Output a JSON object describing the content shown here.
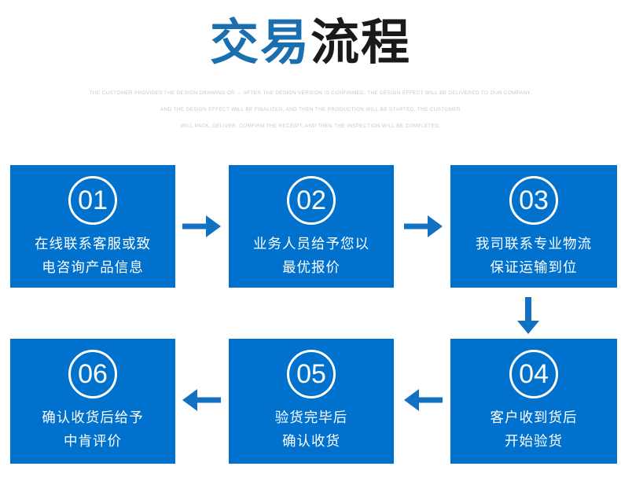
{
  "header": {
    "title_blue": "交易",
    "title_dark": "流程",
    "subtitle_lines": [
      "THE CUSTOMER PROVIDES THE DESIGN DRAWING OR → AFTER THE DESIGN VERSION IS CONFIRMED, THE DESIGN EFFECT WILL BE DELIVERED TO OUR COMPANY,",
      "AND THE DESIGN EFFECT WILL BE FINALIZED, AND THEN THE PRODUCTION WILL BE STARTED, THE CUSTOMER",
      "WILL PACK, DELIVER, CONFIRM THE RECEIPT, AND THEN THE INSPECTION WILL BE COMPLETED."
    ]
  },
  "colors": {
    "box_blue": "#0072ce",
    "title_blue": "#1a6faf",
    "title_dark": "#1a1a1a",
    "arrow_blue": "#1271c0",
    "subtitle_gray": "#c9c9c9",
    "page_background": "#ffffff"
  },
  "steps": [
    {
      "number": "01",
      "line1": "在线联系客服或致",
      "line2": "电咨询产品信息"
    },
    {
      "number": "02",
      "line1": "业务人员给予您以",
      "line2": "最优报价"
    },
    {
      "number": "03",
      "line1": "我司联系专业物流",
      "line2": "保证运输到位"
    },
    {
      "number": "04",
      "line1": "客户收到货后",
      "line2": "开始验货"
    },
    {
      "number": "05",
      "line1": "验货完毕后",
      "line2": "确认收货"
    },
    {
      "number": "06",
      "line1": "确认收货后给予",
      "line2": "中肯评价"
    }
  ],
  "arrows": [
    {
      "name": "arrow-right-step1-to-step2",
      "direction": "right"
    },
    {
      "name": "arrow-right-step2-to-step3",
      "direction": "right"
    },
    {
      "name": "arrow-down-step3-to-step4",
      "direction": "down"
    },
    {
      "name": "arrow-left-step4-to-step5",
      "direction": "left"
    },
    {
      "name": "arrow-left-step5-to-step6",
      "direction": "left"
    }
  ]
}
